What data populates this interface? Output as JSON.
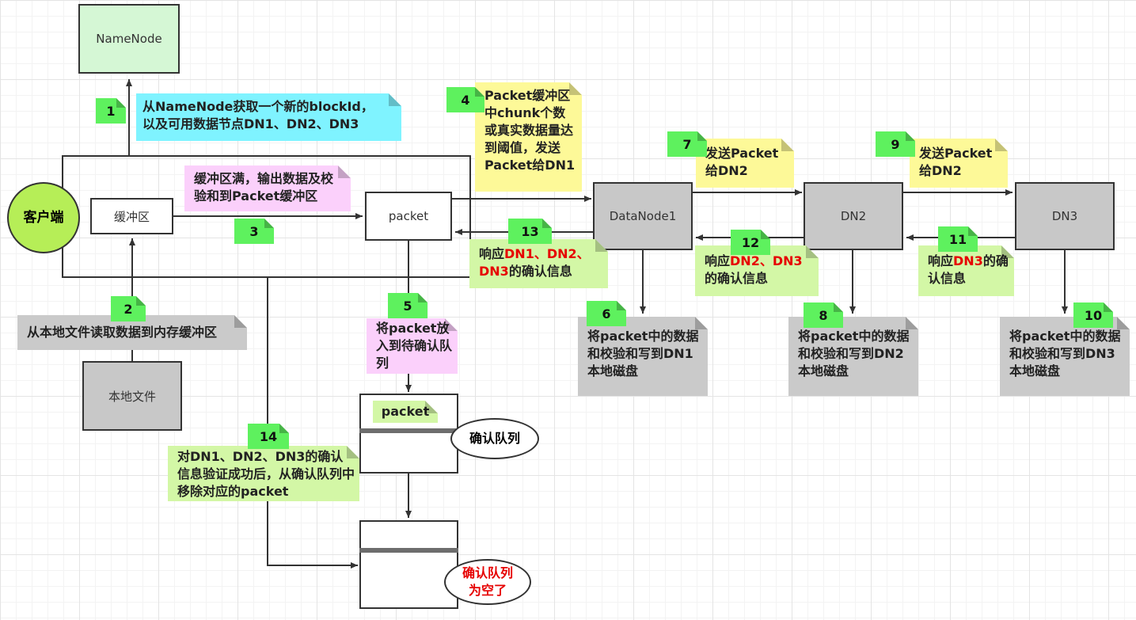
{
  "nodes": {
    "namenode": "NameNode",
    "client": "客户端",
    "buffer": "缓冲区",
    "packet": "packet",
    "local_file": "本地文件",
    "datanode1": "DataNode1",
    "dn2": "DN2",
    "dn3": "DN3",
    "queue_packet": "packet",
    "ack_queue": "确认队列",
    "ack_queue_empty": "确认队列为空了"
  },
  "steps": {
    "s1": {
      "num": "1",
      "text": "从NameNode获取一个新的blockId，以及可用数据节点DN1、DN2、DN3"
    },
    "s2": {
      "num": "2",
      "text": "从本地文件读取数据到内存缓冲区"
    },
    "s3": {
      "num": "3",
      "text": "缓冲区满，输出数据及校验和到Packet缓冲区"
    },
    "s4": {
      "num": "4",
      "text": "Packet缓冲区中chunk个数或真实数据量达到阈值，发送Packet给DN1"
    },
    "s5": {
      "num": "5",
      "text": "将packet放入到待确认队列"
    },
    "s6": {
      "num": "6",
      "text": "将packet中的数据和校验和写到DN1本地磁盘"
    },
    "s7": {
      "num": "7",
      "text": "发送Packet给DN2"
    },
    "s8": {
      "num": "8",
      "text": "将packet中的数据和校验和写到DN2本地磁盘"
    },
    "s9": {
      "num": "9",
      "text": "发送Packet给DN2"
    },
    "s10": {
      "num": "10",
      "text": "将packet中的数据和校验和写到DN3本地磁盘"
    },
    "s11": {
      "num": "11",
      "text_a": "响应",
      "text_b": "DN3",
      "text_c": "的确认信息"
    },
    "s12": {
      "num": "12",
      "text_a": "响应",
      "text_b": "DN2、DN3",
      "text_c": "的确认信息"
    },
    "s13": {
      "num": "13",
      "text_a": "响应",
      "text_b": "DN1、DN2、DN3",
      "text_c": "的确认信息"
    },
    "s14": {
      "num": "14",
      "text": "对DN1、DN2、DN3的确认信息验证成功后，从确认队列中移除对应的packet"
    }
  },
  "colors": {
    "note_cyan": "#7ff3ff",
    "note_yellow": "#fdf998",
    "note_pink": "#fbd0fb",
    "note_green": "#d3f7a6",
    "note_gray": "#cacaca",
    "badge_green": "#5ef15e",
    "highlight_red": "#e60000"
  }
}
